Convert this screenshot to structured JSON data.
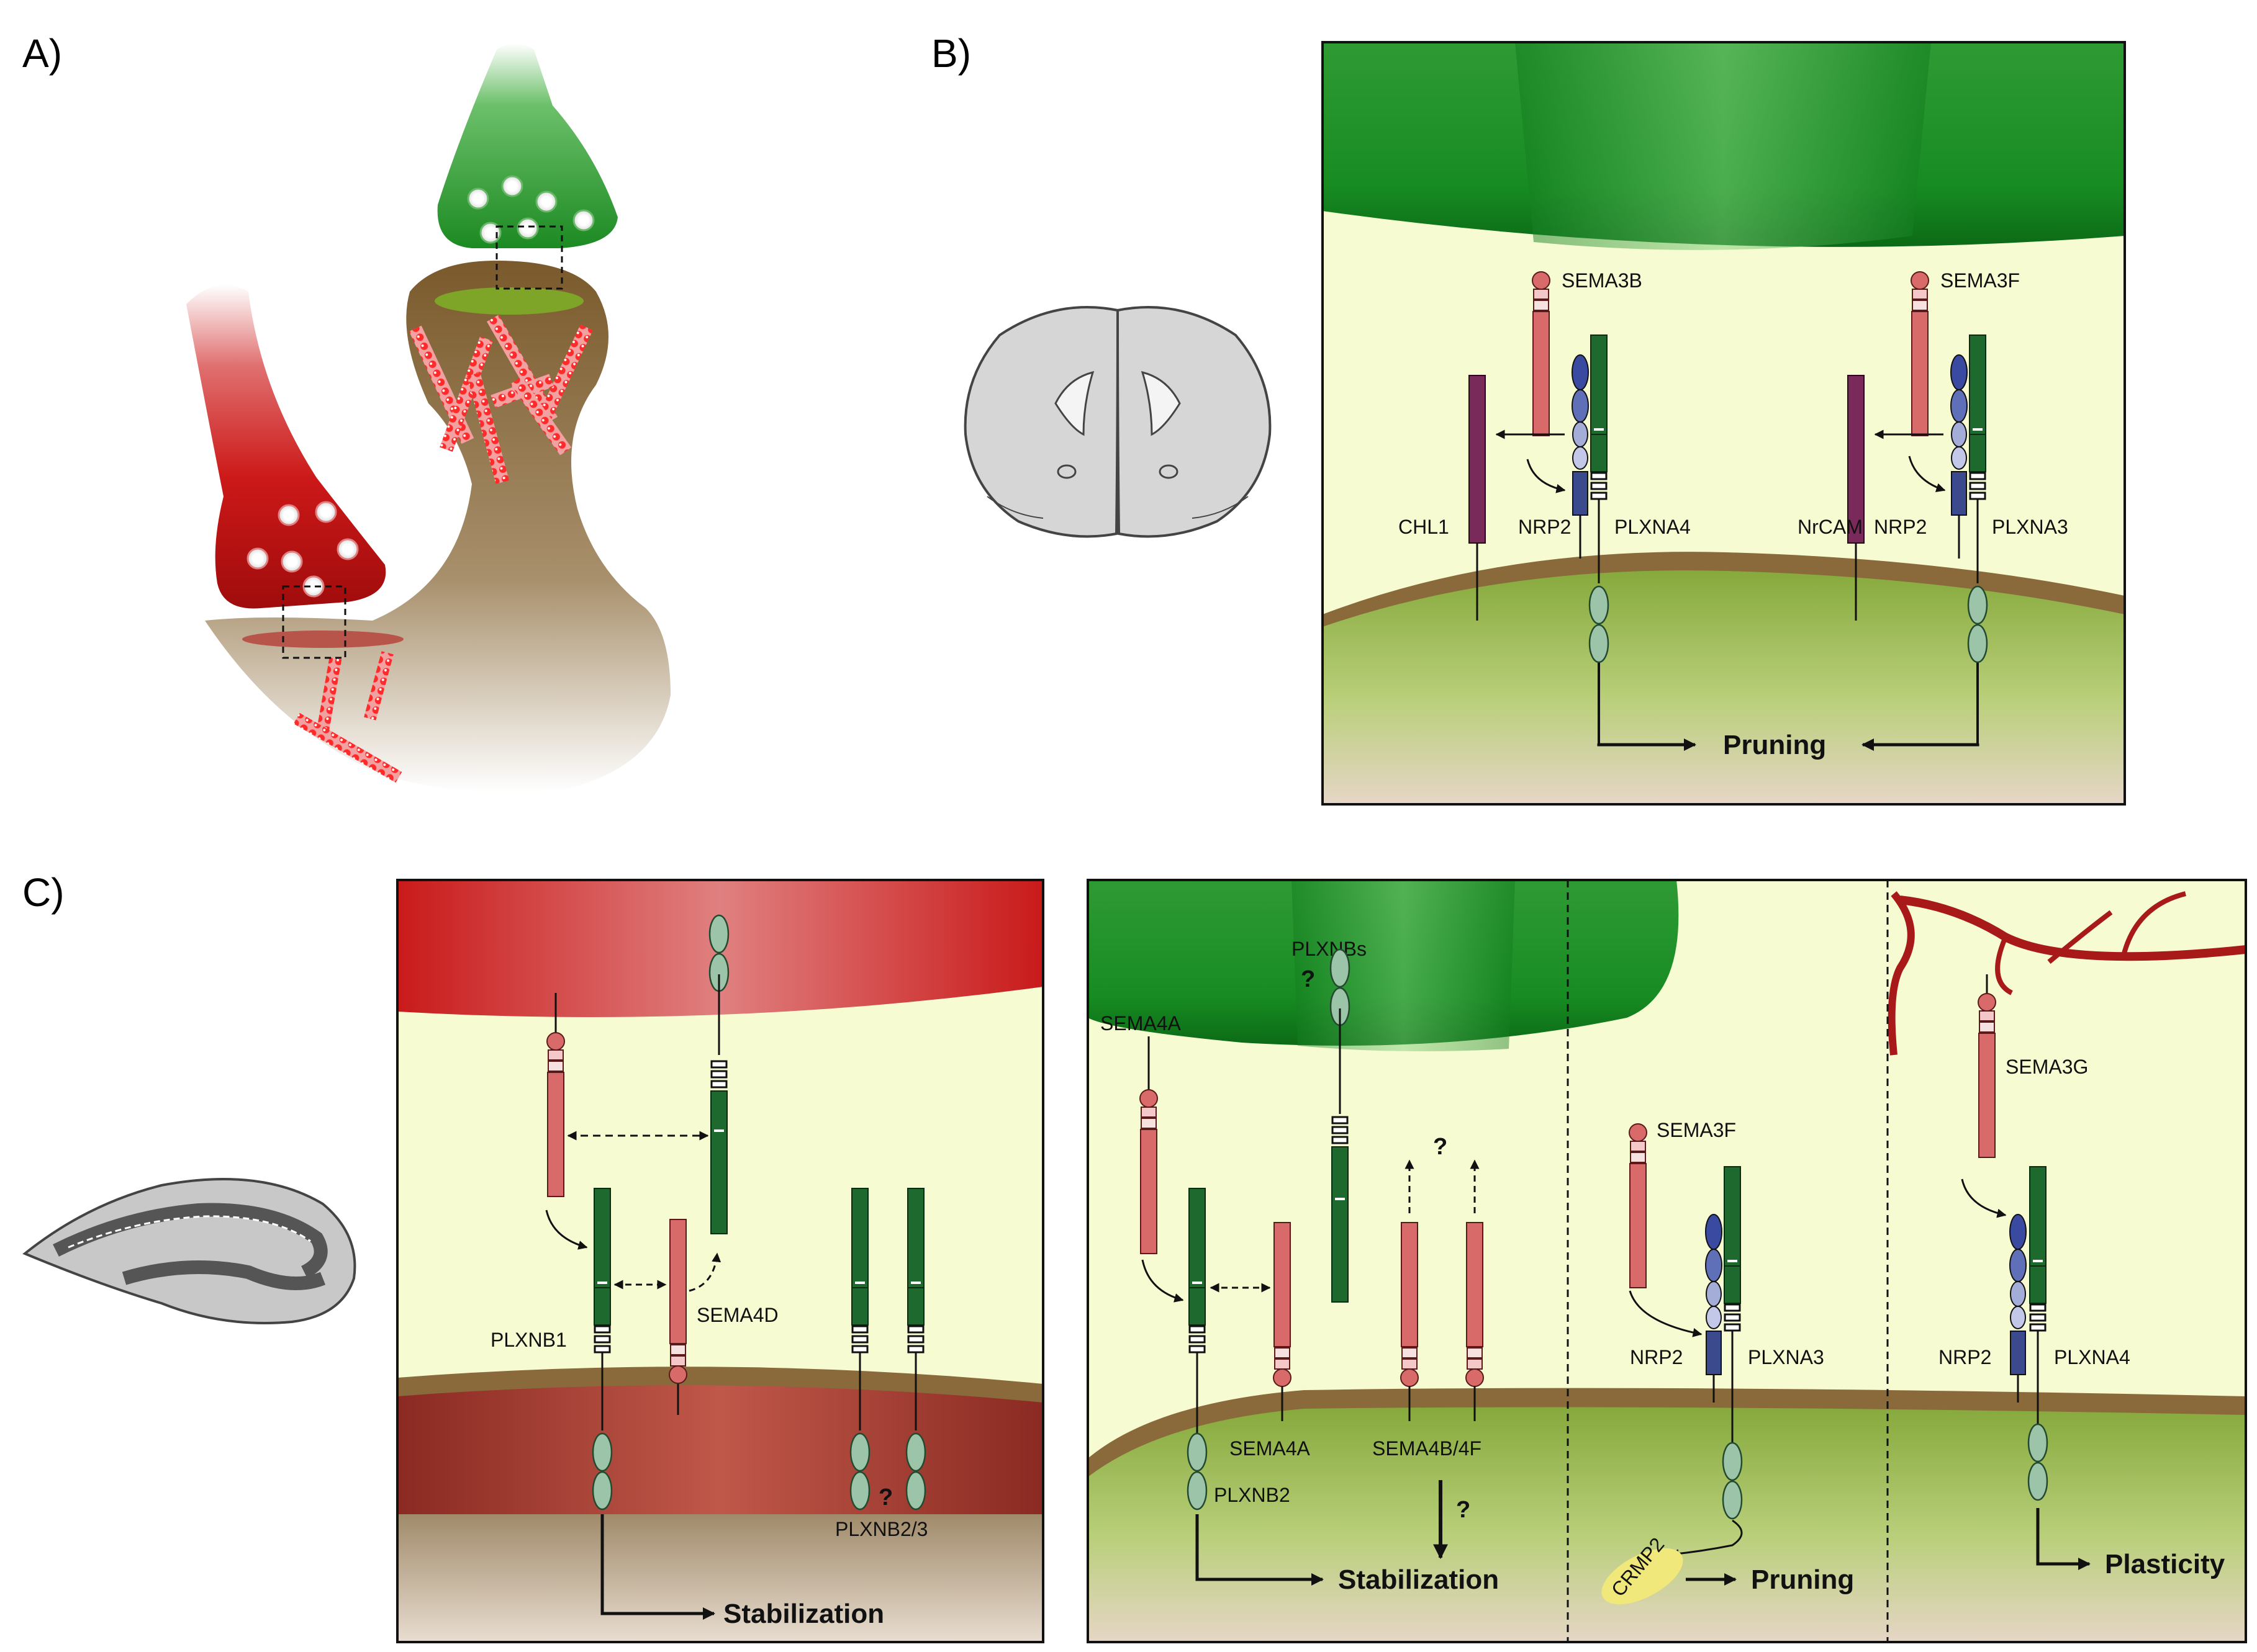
{
  "panels": {
    "a": "A)",
    "b": "B)",
    "c": "C)"
  },
  "panel_b": {
    "ligand_left": "SEMA3B",
    "ligand_right": "SEMA3F",
    "cam_left": "CHL1",
    "nrp_left": "NRP2",
    "plx_left": "PLXNA4",
    "cam_right": "NrCAM",
    "nrp_right": "NRP2",
    "plx_right": "PLXNA3",
    "outcome": "Pruning"
  },
  "panel_c1": {
    "plxnb1": "PLXNB1",
    "sema4d": "SEMA4D",
    "plxnb23": "PLXNB2/3",
    "question": "?",
    "outcome": "Stabilization"
  },
  "panel_c2": {
    "sema4a_top": "SEMA4A",
    "plxnbs": "PLXNBs",
    "q1": "?",
    "q2": "?",
    "q3": "?",
    "sema4a_bottom": "SEMA4A",
    "sema4b4f": "SEMA4B/4F",
    "plxnb2": "PLXNB2",
    "outcome_stab": "Stabilization",
    "sema3f": "SEMA3F",
    "nrp2_a": "NRP2",
    "plxna3": "PLXNA3",
    "crmp2": "CRMP2",
    "outcome_prune": "Pruning",
    "sema3g": "SEMA3G",
    "nrp2_b": "NRP2",
    "plxna4": "PLXNA4",
    "outcome_plast": "Plasticity"
  },
  "colors": {
    "presyn_green": "#1f8a2a",
    "presyn_red": "#c81818",
    "dendrite_brown": "#8a6a3a",
    "cleft_yellow": "#f7fbd2",
    "postsyn_green": "#9bb84e",
    "plexin": "#1e6a2e",
    "semaphorin": "#d86a6a",
    "neuropilin": "#3a4a8c",
    "cam": "#7a2a5a",
    "ig_domain": "#9cc4a8",
    "crmp2": "#f0e87a"
  }
}
